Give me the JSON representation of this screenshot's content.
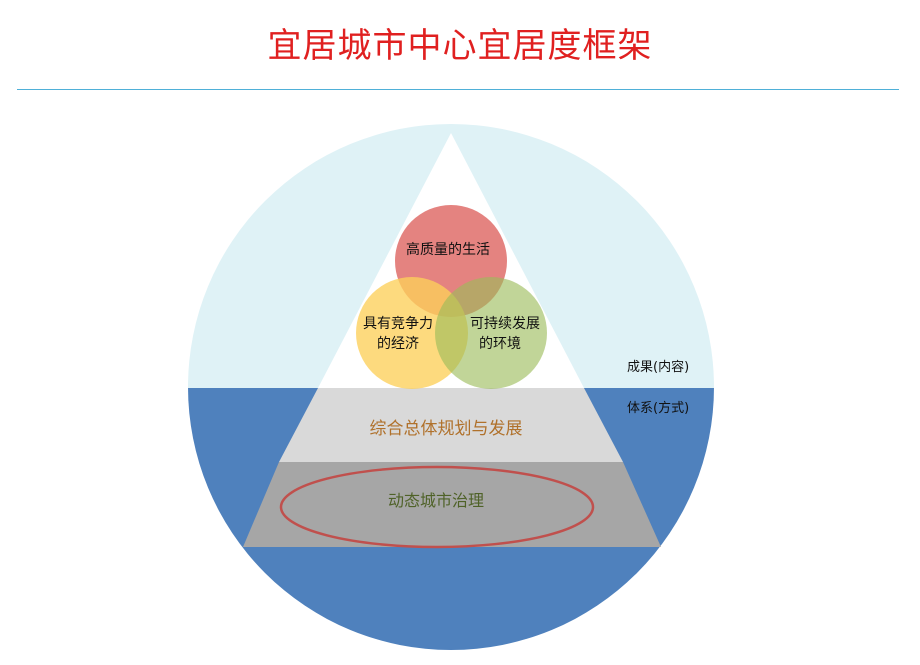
{
  "title": "宜居城市中心宜居度框架",
  "colors": {
    "title": "#e02020",
    "divider": "#4fb0d8",
    "circle_top": "#dff2f6",
    "circle_bottom": "#4f81bd",
    "triangle_top": "#ffffff",
    "band_mid": "#d9d9d9",
    "band_bottom": "#a6a6a6",
    "ellipse_outline": "#c0504d",
    "venn_red": "#d9534f",
    "venn_yellow": "#fcd05a",
    "venn_green": "#9bbb59",
    "label_orange": "#b0712b",
    "label_green": "#4f6228"
  },
  "venn": {
    "quality_life": "高质量的生活",
    "competitive_economy": [
      "具有竞争力",
      "的经济"
    ],
    "sustainable_environment": [
      "可持续发展",
      "的环境"
    ]
  },
  "layers": {
    "planning": "综合总体规划与发展",
    "governance": "动态城市治理"
  },
  "side_labels": {
    "outcome": "成果(内容)",
    "system": "体系(方式)"
  }
}
